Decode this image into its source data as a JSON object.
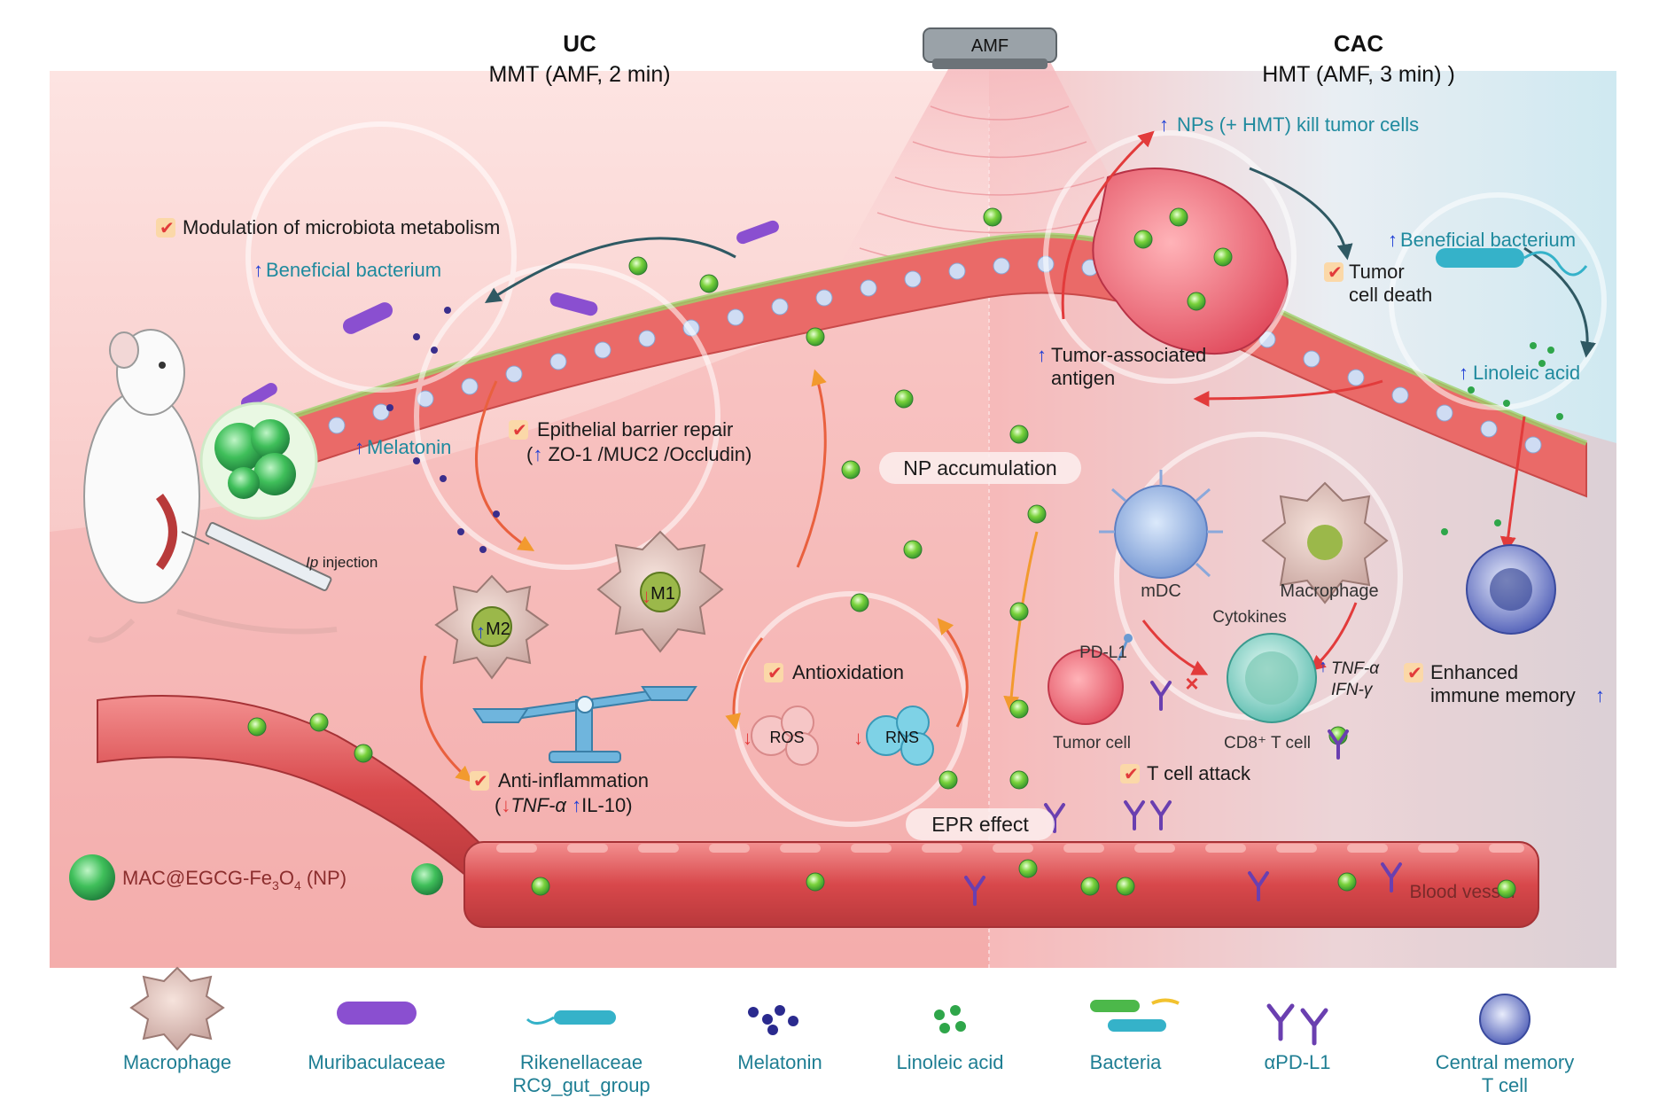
{
  "header": {
    "left_title": "UC",
    "left_subtitle": "MMT (AMF, 2 min)",
    "right_title": "CAC",
    "right_subtitle": "HMT (AMF, 3 min) )",
    "amf_label": "AMF"
  },
  "labels": {
    "modulation": "Modulation of microbiota metabolism",
    "beneficial_left": "Beneficial bacterium",
    "melatonin": "Melatonin",
    "epithelial_1": "Epithelial barrier repair",
    "epithelial_2": "ZO-1 /MUC2 /Occludin",
    "ip_injection_italic": "Ip",
    "ip_injection": " injection",
    "m1": "M1",
    "m2": "M2",
    "anti_inflammation": "Anti-inflammation",
    "anti_inflammation_2a": "TNF-α",
    "anti_inflammation_2b": "IL-10",
    "antioxidation": "Antioxidation",
    "ros": "ROS",
    "rns": "RNS",
    "np_accumulation": "NP accumulation",
    "epr_effect": "EPR effect",
    "nps_kill": "NPs (+ HMT) kill tumor cells",
    "tumor_cell_death_1": "Tumor",
    "tumor_cell_death_2": "cell death",
    "beneficial_right": "Beneficial bacterium",
    "linoleic_acid": "Linoleic acid",
    "tumor_antigen_1": "Tumor-associated",
    "tumor_antigen_2": "antigen",
    "mdc": "mDC",
    "macrophage": "Macrophage",
    "pdl1": "PD-L1",
    "cytokines": "Cytokines",
    "tnf": "TNF-α",
    "ifn": "IFN-γ",
    "enhanced_1": "Enhanced",
    "enhanced_2": "immune memory",
    "tumor_cell": "Tumor cell",
    "cd8": "CD8⁺ T cell",
    "t_cell_attack": "T cell attack",
    "blood_vessel": "Blood vessel",
    "np_legend_a": "MAC@EGCG-Fe",
    "np_legend_b": "3",
    "np_legend_c": "O",
    "np_legend_d": "4",
    "np_legend_e": " (NP)"
  },
  "legend": [
    {
      "label": "Macrophage",
      "icon": "macrophage-icon"
    },
    {
      "label": "Muribaculaceae",
      "icon": "muribaculaceae-icon"
    },
    {
      "label": "Rikenellaceae",
      "label2": "RC9_gut_group",
      "icon": "rikenellaceae-icon"
    },
    {
      "label": "Melatonin",
      "icon": "melatonin-icon"
    },
    {
      "label": "Linoleic acid",
      "icon": "linoleic-acid-icon"
    },
    {
      "label": "Bacteria",
      "icon": "bacteria-icon"
    },
    {
      "label": "αPD-L1",
      "icon": "antibody-icon"
    },
    {
      "label": "Central memory",
      "label2": "T cell",
      "icon": "memory-t-cell-icon"
    }
  ],
  "colors": {
    "tissue_left": "#f9d2d0",
    "tissue_right_top": "#d6ecf3",
    "epithelium": "#e9605f",
    "nucleus": "#c7d6ef",
    "vessel": "#d9484b",
    "np_green": "#4cc25a",
    "text_teal": "#1f8a9e",
    "arrow_red": "#e23b3b",
    "arrow_orange": "#f29a2e",
    "arrow_dark": "#2f5963",
    "up_arrow_blue": "#1f3fd6"
  }
}
